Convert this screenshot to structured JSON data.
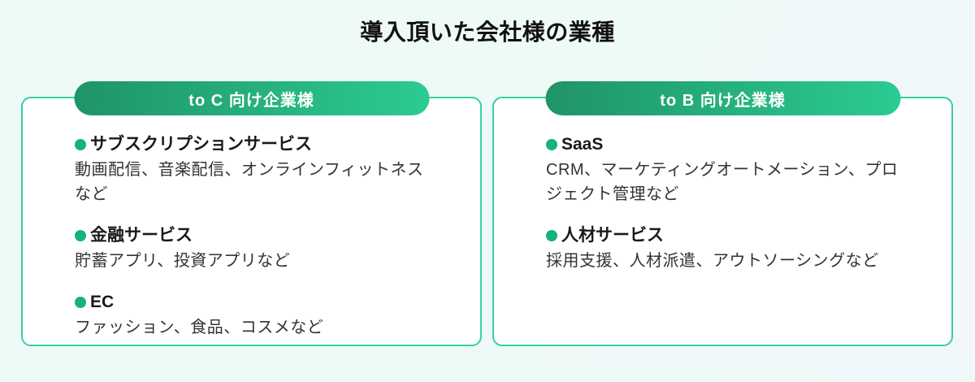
{
  "section": {
    "title": "導入頂いた会社様の業種"
  },
  "colors": {
    "page-bg": "#eefaf8",
    "card-bg": "#ffffff",
    "card-border": "#35cfa5",
    "pill-gradient-start": "#1f9467",
    "pill-gradient-end": "#2bcb92",
    "pill-text": "#ffffff",
    "bullet": "#16b181",
    "title-text": "#111111",
    "heading-text": "#1a1a1a",
    "body-text": "#333333"
  },
  "cards": [
    {
      "header": "to C 向け企業様",
      "items": [
        {
          "title": "サブスクリプションサービス",
          "description": [
            "動画配信、音楽配信、オンラインフィットネス",
            "など"
          ]
        },
        {
          "title": "金融サービス",
          "description": [
            "貯蓄アプリ、投資アプリなど"
          ]
        },
        {
          "title": "EC",
          "description": [
            "ファッション、食品、コスメなど"
          ]
        }
      ]
    },
    {
      "header": "to B 向け企業様",
      "items": [
        {
          "title": "SaaS",
          "description": [
            "CRM、マーケティングオートメーション、プロ",
            "ジェクト管理など"
          ]
        },
        {
          "title": "人材サービス",
          "description": [
            "採用支援、人材派遣、アウトソーシングなど"
          ]
        }
      ]
    }
  ]
}
